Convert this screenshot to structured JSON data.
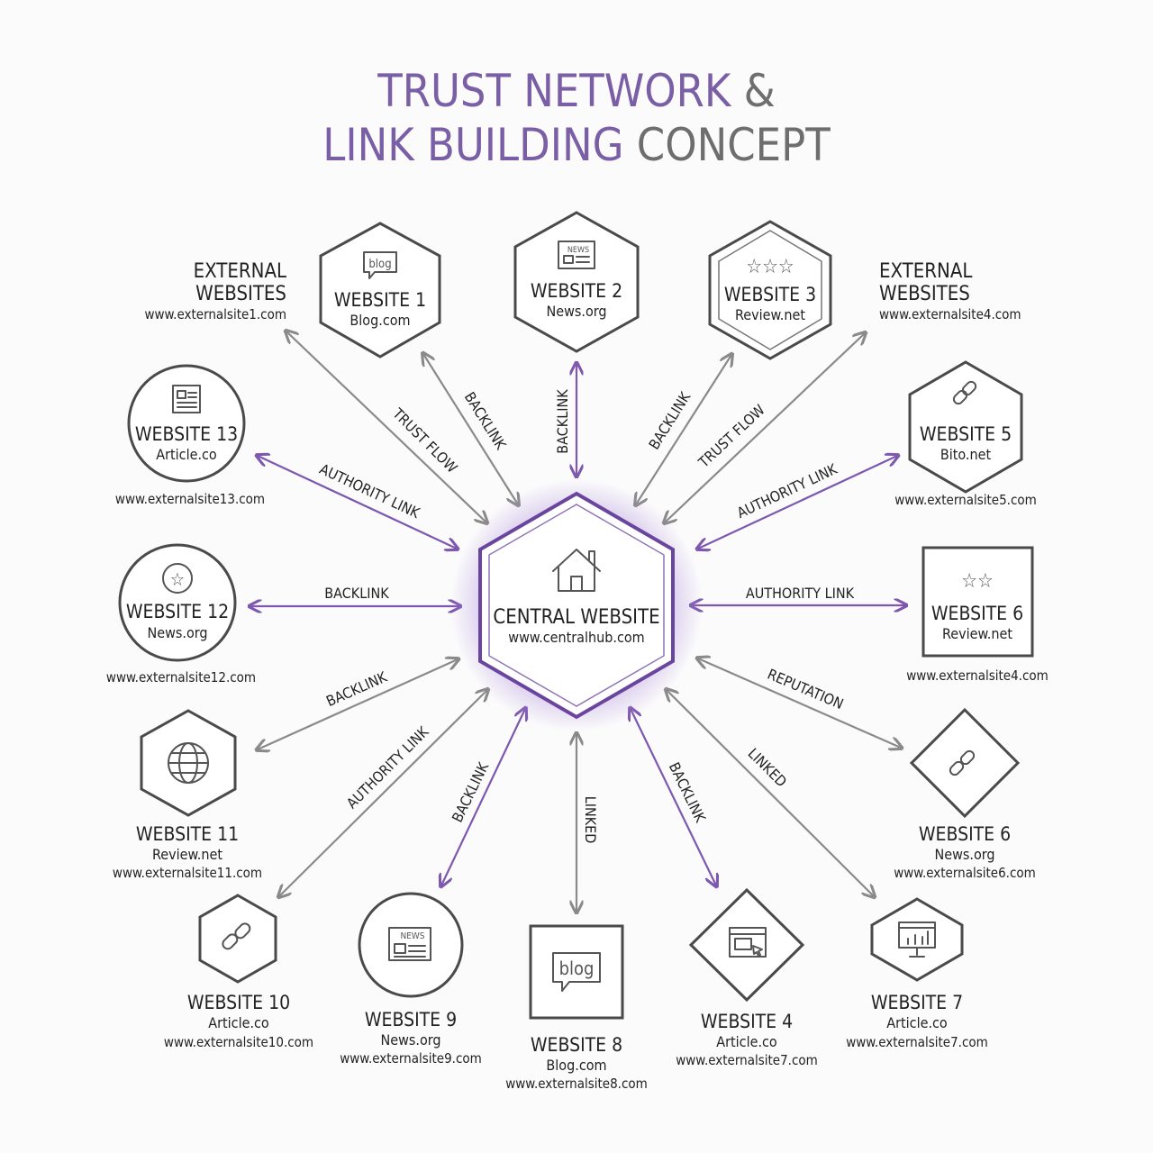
{
  "title": {
    "line1_purple": "TRUST NETWORK",
    "line1_gray": " &",
    "line2_purple": "LINK BUILDING",
    "line2_gray": " CONCEPT"
  },
  "colors": {
    "purple": "#7a5ea6",
    "gray": "#6e6e6e",
    "arrow_gray": "#8a8a8a",
    "arrow_purple": "#7d57b0"
  },
  "central": {
    "title": "CENTRAL WEBSITE",
    "url": "www.centralhub.com",
    "icon": "house-icon"
  },
  "external_left": {
    "line1": "EXTERNAL",
    "line2": "WEBSITES",
    "url": "www.externalsite1.com"
  },
  "external_right": {
    "line1": "EXTERNAL",
    "line2": "WEBSITES",
    "url": "www.externalsite4.com"
  },
  "nodes": [
    {
      "id": "website-1",
      "title": "WEBSITE 1",
      "sub": "Blog.com",
      "url": "",
      "icon": "blog-icon"
    },
    {
      "id": "website-2",
      "title": "WEBSITE 2",
      "sub": "News.org",
      "url": "",
      "icon": "newspaper-icon"
    },
    {
      "id": "website-3",
      "title": "WEBSITE 3",
      "sub": "Review.net",
      "url": "",
      "icon": "stars-icon"
    },
    {
      "id": "website-5",
      "title": "WEBSITE 5",
      "sub": "Bito.net",
      "url": "www.externalsite5.com",
      "icon": "link-icon"
    },
    {
      "id": "website-6a",
      "title": "WEBSITE 6",
      "sub": "Review.net",
      "url": "www.externalsite4.com",
      "icon": "stars-icon"
    },
    {
      "id": "website-6b",
      "title": "WEBSITE 6",
      "sub": "News.org",
      "url": "www.externalsite6.com",
      "icon": "link-icon"
    },
    {
      "id": "website-7",
      "title": "WEBSITE 7",
      "sub": "Article.co",
      "url": "www.externalsite7.com",
      "icon": "presentation-icon"
    },
    {
      "id": "website-4",
      "title": "WEBSITE 4",
      "sub": "Article.co",
      "url": "www.externalsite7.com",
      "icon": "browser-icon"
    },
    {
      "id": "website-8",
      "title": "WEBSITE 8",
      "sub": "Blog.com",
      "url": "www.externalsite8.com",
      "icon": "blog-icon"
    },
    {
      "id": "website-9",
      "title": "WEBSITE 9",
      "sub": "News.org",
      "url": "www.externalsite9.com",
      "icon": "newspaper-icon"
    },
    {
      "id": "website-10",
      "title": "WEBSITE 10",
      "sub": "Article.co",
      "url": "www.externalsite10.com",
      "icon": "link-icon"
    },
    {
      "id": "website-11",
      "title": "WEBSITE 11",
      "sub": "Review.net",
      "url": "www.externalsite11.com",
      "icon": "globe-icon"
    },
    {
      "id": "website-12",
      "title": "WEBSITE 12",
      "sub": "News.org",
      "url": "www.externalsite12.com",
      "icon": "star-icon"
    },
    {
      "id": "website-13",
      "title": "WEBSITE 13",
      "sub": "Article.co",
      "url": "www.externalsite13.com",
      "icon": "article-icon"
    }
  ],
  "icon_text": {
    "blog": "blog",
    "news": "NEWS"
  },
  "links": [
    {
      "to": "external-left",
      "label": "TRUST FLOW",
      "style": "gray"
    },
    {
      "to": "website-1",
      "label": "BACKLINK",
      "style": "gray"
    },
    {
      "to": "website-2",
      "label": "BACKLINK",
      "style": "purple"
    },
    {
      "to": "website-3",
      "label": "BACKLINK",
      "style": "gray"
    },
    {
      "to": "external-right",
      "label": "TRUST FLOW",
      "style": "gray"
    },
    {
      "to": "website-5",
      "label": "AUTHORITY LINK",
      "style": "purple"
    },
    {
      "to": "website-6a",
      "label": "AUTHORITY LINK",
      "style": "purple"
    },
    {
      "to": "website-6b",
      "label": "REPUTATION",
      "style": "gray"
    },
    {
      "to": "website-7",
      "label": "LINKED",
      "style": "gray"
    },
    {
      "to": "website-4",
      "label": "BACKLINK",
      "style": "purple"
    },
    {
      "to": "website-8",
      "label": "LINKED",
      "style": "gray"
    },
    {
      "to": "website-9",
      "label": "BACKLINK",
      "style": "purple"
    },
    {
      "to": "website-10",
      "label": "AUTHORITY LINK",
      "style": "gray"
    },
    {
      "to": "website-11",
      "label": "BACKLINK",
      "style": "gray"
    },
    {
      "to": "website-12",
      "label": "BACKLINK",
      "style": "purple"
    },
    {
      "to": "website-13",
      "label": "AUTHORITY LINK",
      "style": "purple"
    }
  ]
}
